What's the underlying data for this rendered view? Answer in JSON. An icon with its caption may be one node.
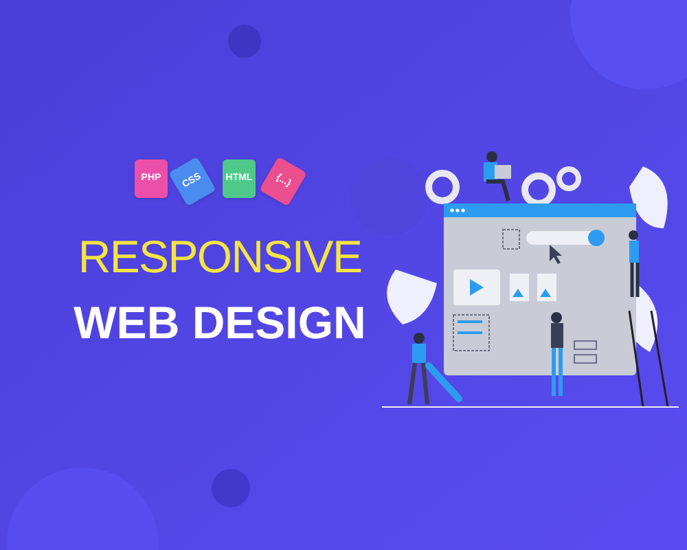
{
  "diagram": {
    "nodes": [
      {
        "text": [
          "PHP"
        ]
      },
      {
        "text": [
          "CSS"
        ]
      },
      {
        "text": [
          "HTML"
        ]
      },
      {
        "text": [
          "{...}"
        ]
      }
    ],
    "labels": [
      "RESPONSIVE",
      "WEB DESIGN"
    ]
  }
}
